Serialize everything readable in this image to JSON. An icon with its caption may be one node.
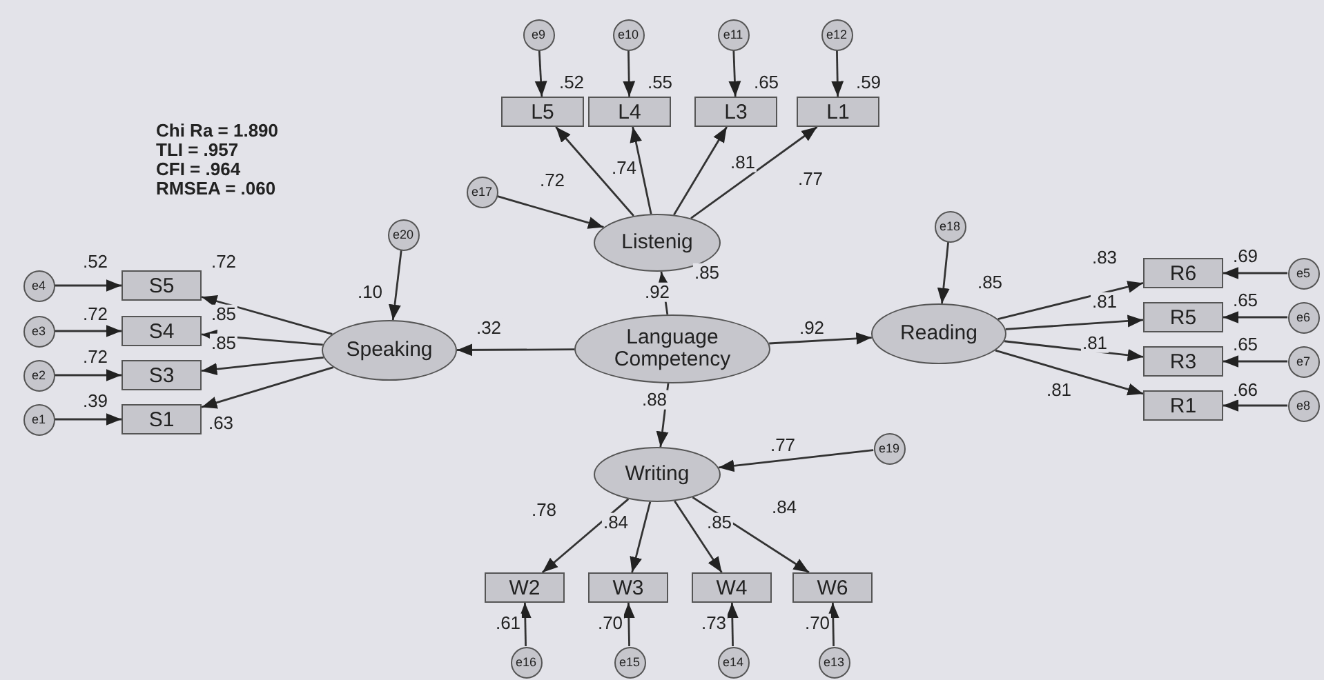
{
  "diagram": {
    "nodes": [
      {
        "text": [
          "Language Competency"
        ]
      },
      {
        "text": [
          "Listenig"
        ],
        "beside": [
          ".85"
        ]
      },
      {
        "text": [
          "Speaking"
        ],
        "beside": [
          ".10"
        ]
      },
      {
        "text": [
          "Reading"
        ],
        "beside": [
          ".85"
        ]
      },
      {
        "text": [
          "Writing"
        ],
        "beside": [
          ".77"
        ]
      },
      {
        "text": [
          "L5"
        ],
        "beside": [
          ".52"
        ]
      },
      {
        "text": [
          "L4"
        ],
        "beside": [
          ".55"
        ]
      },
      {
        "text": [
          "L3"
        ],
        "beside": [
          ".65"
        ]
      },
      {
        "text": [
          "L1"
        ],
        "beside": [
          ".59"
        ]
      },
      {
        "text": [
          "e9"
        ]
      },
      {
        "text": [
          "e10"
        ]
      },
      {
        "text": [
          "e11"
        ]
      },
      {
        "text": [
          "e12"
        ]
      },
      {
        "text": [
          "e17"
        ]
      },
      {
        "text": [
          "e20"
        ]
      },
      {
        "text": [
          "e18"
        ]
      },
      {
        "text": [
          "e19"
        ]
      },
      {
        "text": [
          "S5"
        ],
        "beside": [
          ".52"
        ]
      },
      {
        "text": [
          "S4"
        ],
        "beside": [
          ".72"
        ]
      },
      {
        "text": [
          "S3"
        ],
        "beside": [
          ".72"
        ]
      },
      {
        "text": [
          "S1"
        ],
        "beside": [
          ".39"
        ]
      },
      {
        "text": [
          "e4"
        ]
      },
      {
        "text": [
          "e3"
        ]
      },
      {
        "text": [
          "e2"
        ]
      },
      {
        "text": [
          "e1"
        ]
      },
      {
        "text": [
          "R6"
        ],
        "beside": [
          ".69"
        ]
      },
      {
        "text": [
          "R5"
        ],
        "beside": [
          ".65"
        ]
      },
      {
        "text": [
          "R3"
        ],
        "beside": [
          ".65"
        ]
      },
      {
        "text": [
          "R1"
        ],
        "beside": [
          ".66"
        ]
      },
      {
        "text": [
          "e5"
        ]
      },
      {
        "text": [
          "e6"
        ]
      },
      {
        "text": [
          "e7"
        ]
      },
      {
        "text": [
          "e8"
        ]
      },
      {
        "text": [
          "W2"
        ],
        "beside": [
          ".61"
        ]
      },
      {
        "text": [
          "W3"
        ],
        "beside": [
          ".70"
        ]
      },
      {
        "text": [
          "W4"
        ],
        "beside": [
          ".73"
        ]
      },
      {
        "text": [
          "W6"
        ],
        "beside": [
          ".70"
        ]
      },
      {
        "text": [
          "e16"
        ]
      },
      {
        "text": [
          "e15"
        ]
      },
      {
        "text": [
          "e14"
        ]
      },
      {
        "text": [
          "e13"
        ]
      }
    ],
    "edges": [
      {
        "from": 0,
        "to": 1,
        "arrow": "to",
        "label": ".92"
      },
      {
        "from": 0,
        "to": 2,
        "arrow": "to",
        "label": ".32"
      },
      {
        "from": 0,
        "to": 3,
        "arrow": "to",
        "label": ".92"
      },
      {
        "from": 0,
        "to": 4,
        "arrow": "to",
        "label": ".88"
      },
      {
        "from": 13,
        "to": 1,
        "arrow": "to"
      },
      {
        "from": 14,
        "to": 2,
        "arrow": "to"
      },
      {
        "from": 15,
        "to": 3,
        "arrow": "to"
      },
      {
        "from": 16,
        "to": 4,
        "arrow": "to"
      },
      {
        "from": 1,
        "to": 5,
        "arrow": "to",
        "label": ".72"
      },
      {
        "from": 1,
        "to": 6,
        "arrow": "to",
        "label": ".74"
      },
      {
        "from": 1,
        "to": 7,
        "arrow": "to",
        "label": ".81"
      },
      {
        "from": 1,
        "to": 8,
        "arrow": "to",
        "label": ".77"
      },
      {
        "from": 9,
        "to": 5,
        "arrow": "to"
      },
      {
        "from": 10,
        "to": 6,
        "arrow": "to"
      },
      {
        "from": 11,
        "to": 7,
        "arrow": "to"
      },
      {
        "from": 12,
        "to": 8,
        "arrow": "to"
      },
      {
        "from": 2,
        "to": 17,
        "arrow": "to",
        "label": ".72"
      },
      {
        "from": 2,
        "to": 18,
        "arrow": "to",
        "label": ".85"
      },
      {
        "from": 2,
        "to": 19,
        "arrow": "to",
        "label": ".85"
      },
      {
        "from": 2,
        "to": 20,
        "arrow": "to",
        "label": ".63"
      },
      {
        "from": 21,
        "to": 17,
        "arrow": "to"
      },
      {
        "from": 22,
        "to": 18,
        "arrow": "to"
      },
      {
        "from": 23,
        "to": 19,
        "arrow": "to"
      },
      {
        "from": 24,
        "to": 20,
        "arrow": "to"
      },
      {
        "from": 3,
        "to": 25,
        "arrow": "to",
        "label": ".83"
      },
      {
        "from": 3,
        "to": 26,
        "arrow": "to",
        "label": ".81"
      },
      {
        "from": 3,
        "to": 27,
        "arrow": "to",
        "label": ".81"
      },
      {
        "from": 3,
        "to": 28,
        "arrow": "to",
        "label": ".81"
      },
      {
        "from": 29,
        "to": 25,
        "arrow": "to"
      },
      {
        "from": 30,
        "to": 26,
        "arrow": "to"
      },
      {
        "from": 31,
        "to": 27,
        "arrow": "to"
      },
      {
        "from": 32,
        "to": 28,
        "arrow": "to"
      },
      {
        "from": 4,
        "to": 33,
        "arrow": "to",
        "label": ".78"
      },
      {
        "from": 4,
        "to": 34,
        "arrow": "to",
        "label": ".84"
      },
      {
        "from": 4,
        "to": 35,
        "arrow": "to",
        "label": ".85"
      },
      {
        "from": 4,
        "to": 36,
        "arrow": "to",
        "label": ".84"
      },
      {
        "from": 37,
        "to": 33,
        "arrow": "to"
      },
      {
        "from": 38,
        "to": 34,
        "arrow": "to"
      },
      {
        "from": 39,
        "to": 35,
        "arrow": "to"
      },
      {
        "from": 40,
        "to": 36,
        "arrow": "to"
      }
    ],
    "labels": [
      "Chi Ra = 1.890",
      "TLI = .957",
      "CFI = .964",
      "RMSEA = .060"
    ]
  }
}
